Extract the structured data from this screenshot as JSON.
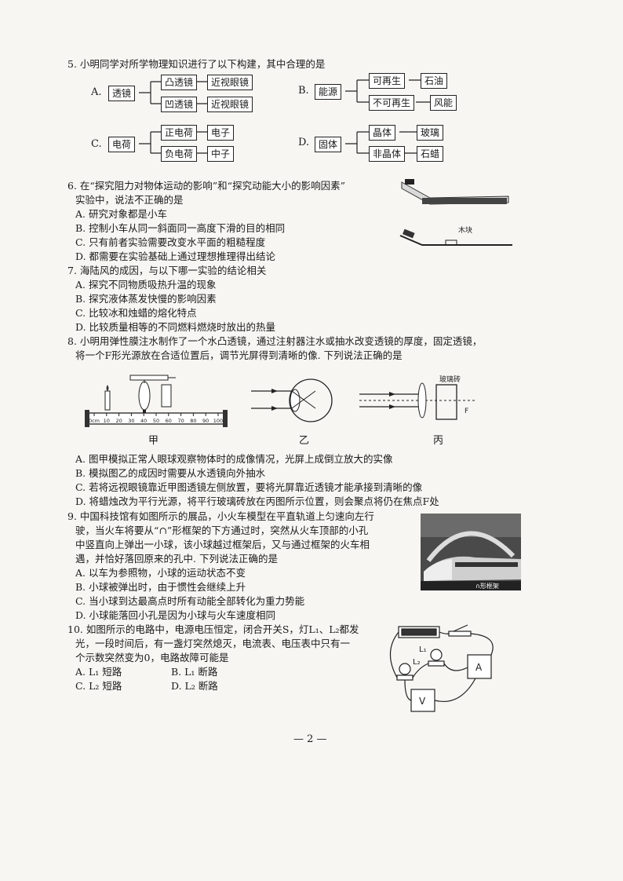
{
  "q5": {
    "stem": "5. 小明同学对所学物理知识进行了以下构建，其中合理的是",
    "A": {
      "label": "A.",
      "root": "透镜",
      "b1": "凸透镜",
      "b1c": "近视眼镜",
      "b2": "凹透镜",
      "b2c": "近视眼镜"
    },
    "B": {
      "label": "B.",
      "root": "能源",
      "b1": "可再生",
      "b1c": "石油",
      "b2": "不可再生",
      "b2c": "风能"
    },
    "C": {
      "label": "C.",
      "root": "电荷",
      "b1": "正电荷",
      "b1c": "电子",
      "b2": "负电荷",
      "b2c": "中子"
    },
    "D": {
      "label": "D.",
      "root": "固体",
      "b1": "晶体",
      "b1c": "玻璃",
      "b2": "非晶体",
      "b2c": "石蜡"
    }
  },
  "q6": {
    "lines": [
      "6. 在“探究阻力对物体运动的影响”和“探究动能大小的影响因素”",
      "实验中，说法不正确的是",
      "A. 研究对象都是小车",
      "B. 控制小车从同一斜面同一高度下滑的目的相同",
      "C. 只有前者实验需要改变水平面的粗糙程度",
      "D. 都需要在实验基础上通过理想推理得出结论"
    ],
    "figure_label": "木块"
  },
  "q7": {
    "lines": [
      "7. 海陆风的成因，与以下哪一实验的结论相关",
      "A. 探究不同物质吸热升温的现象",
      "B. 探究液体蒸发快慢的影响因素",
      "C. 比较冰和烛蜡的熔化特点",
      "D. 比较质量相等的不同燃料燃烧时放出的热量"
    ]
  },
  "q8": {
    "lines": [
      "8. 小明用弹性膜注水制作了一个水凸透镜，通过注射器注水或抽水改变透镜的厚度，固定透镜，",
      "将一个F形光源放在合适位置后，调节光屏得到清晰的像. 下列说法正确的是"
    ],
    "captions": [
      "甲",
      "乙",
      "丙"
    ],
    "ruler_ticks": [
      "0cm",
      "10",
      "20",
      "30",
      "40",
      "50",
      "60",
      "70",
      "80",
      "90",
      "100"
    ],
    "glass_label": "玻璃砖",
    "focus_label": "F",
    "options": [
      "A. 图甲模拟正常人眼球观察物体时的成像情况，光屏上成倒立放大的实像",
      "B. 模拟图乙的成因时需要从水透镜向外抽水",
      "C. 若将远视眼镜靠近甲图透镜左侧放置，要将光屏靠近透镜才能承接到清晰的像",
      "D. 将蜡烛改为平行光源，将平行玻璃砖放在丙图所示位置，则会聚点将仍在焦点F处"
    ]
  },
  "q9": {
    "lines": [
      "9. 中国科技馆有如图所示的展品，小火车模型在平直轨道上匀速向左行",
      "驶，当火车将要从“∩”形框架的下方通过时，突然从火车顶部的小孔",
      "中竖直向上弹出一小球，该小球越过框架后，又与通过框架的火车相",
      "遇，并恰好落回原来的孔中. 下列说法正确的是",
      "A. 以车为参照物，小球的运动状态不变",
      "B. 小球被弹出时，由于惯性会继续上升",
      "C. 当小球到达最高点时所有动能全部转化为重力势能",
      "D. 小球能落回小孔是因为小球与火车速度相同"
    ],
    "photo_text": "∩形框架"
  },
  "q10": {
    "lines": [
      "10. 如图所示的电路中，电源电压恒定，闭合开关S，灯L₁、L₂都发",
      "光，一段时间后，有一盏灯突然熄灭，电流表、电压表中只有一",
      "个示数突然变为0，电路故障可能是"
    ],
    "options": [
      "A. L₁ 短路",
      "B. L₁ 断路",
      "C. L₂ 短路",
      "D. L₂ 断路"
    ],
    "labels": {
      "l1": "L₁",
      "l2": "L₂",
      "ammeter": "A",
      "voltmeter": "V"
    }
  },
  "footer": {
    "page": "— 2 —"
  }
}
